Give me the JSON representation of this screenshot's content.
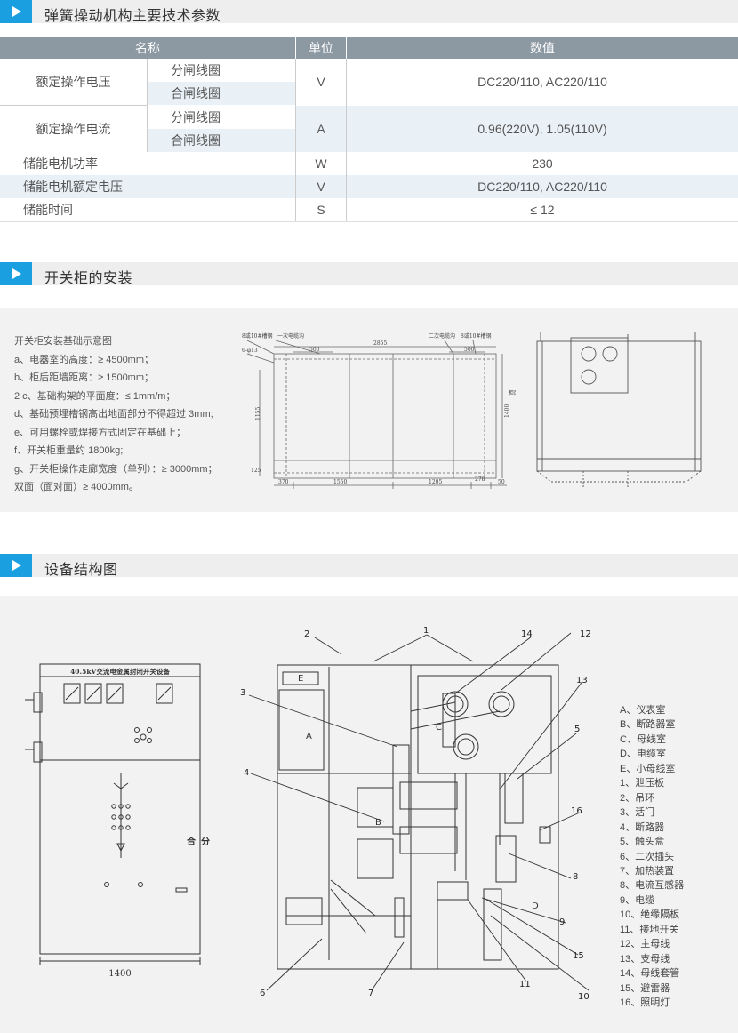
{
  "sections": {
    "params_title": "弹簧操动机构主要技术参数",
    "install_title": "开关柜的安装",
    "structure_title": "设备结构图"
  },
  "table": {
    "headers": [
      "名称",
      "单位",
      "数值"
    ],
    "rows": [
      {
        "name": "额定操作电压",
        "sub": [
          "分闸线圈",
          "合闸线圈"
        ],
        "unit": "V",
        "value": "DC220/110, AC220/110"
      },
      {
        "name": "额定操作电流",
        "sub": [
          "分闸线圈",
          "合闸线圈"
        ],
        "unit": "A",
        "value": "0.96(220V), 1.05(110V)"
      },
      {
        "name": "储能电机功率",
        "unit": "W",
        "value": "230"
      },
      {
        "name": "储能电机额定电压",
        "unit": "V",
        "value": "DC220/110, AC220/110"
      },
      {
        "name": "储能时间",
        "unit": "S",
        "value": "≤ 12"
      }
    ]
  },
  "install": {
    "notes": [
      "开关柜安装基础示意图",
      "a、电器室的高度：≥ 4500mm；",
      "b、柜后距墙距离：≥ 1500mm；",
      "2 c、基础构架的平面度：≤ 1mm/m；",
      "d、基础预埋槽钢高出地面部分不得超过 3mm;",
      "e、可用螺栓或焊接方式固定在基础上；",
      "f、开关柜重量约 1800kg;",
      "g、开关柜操作走廊宽度（单列）：≥ 3000mm；",
      "双面（面对面）≥ 4000mm。"
    ],
    "drawing": {
      "label_steel_left": "8或10#槽钢",
      "label_cable_1": "一次电缆沟",
      "label_cable_2": "二次电缆沟",
      "label_steel_right": "8或10#槽钢",
      "label_hole": "6-φ13",
      "label_rear": "柜面",
      "dim_500a": "500",
      "dim_2855": "2855",
      "dim_500b": "500",
      "dim_1155": "1155",
      "dim_1400v": "1400",
      "dim_125": "125",
      "dim_370": "370",
      "dim_1550": "1550",
      "dim_1205": "1205",
      "dim_278": "278",
      "dim_50": "50"
    }
  },
  "structure": {
    "front_title": "40.5kV交流电金属封闭开关设备",
    "front_open": "合",
    "front_close": "分",
    "front_width": "1400",
    "compartments": [
      "A",
      "B",
      "C",
      "D",
      "E"
    ],
    "callouts": [
      "1",
      "2",
      "3",
      "4",
      "5",
      "6",
      "7",
      "8",
      "9",
      "10",
      "11",
      "12",
      "13",
      "14",
      "15",
      "16"
    ],
    "legend": [
      "A、仪表室",
      "B、断路器室",
      "C、母线室",
      "D、电缆室",
      "E、小母线室",
      "1、泄压板",
      "2、吊环",
      "3、活门",
      "4、断路器",
      "5、触头盒",
      "6、二次插头",
      "7、加热装置",
      "8、电流互感器",
      "9、电缆",
      "10、绝缘隔板",
      "11、接地开关",
      "12、主母线",
      "13、支母线",
      "14、母线套管",
      "15、避雷器",
      "16、照明灯"
    ]
  }
}
